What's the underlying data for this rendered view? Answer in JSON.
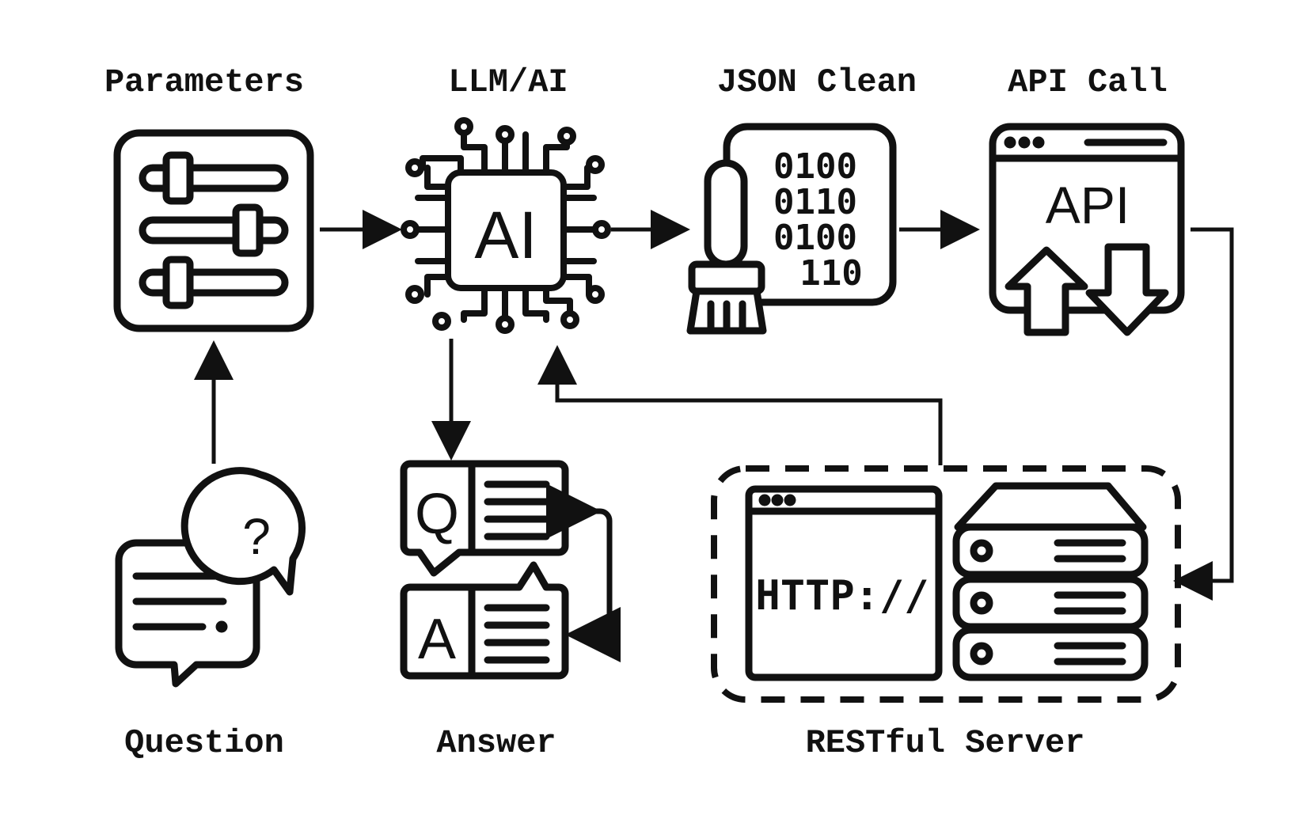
{
  "labels": {
    "parameters": "Parameters",
    "llm_ai": "LLM/AI",
    "json_clean": "JSON Clean",
    "api_call": "API Call",
    "question": "Question",
    "answer": "Answer",
    "restful_server": "RESTful Server"
  },
  "icons": {
    "chip_text": "AI",
    "binary_rows": [
      "0100",
      "0110",
      "0100",
      "110"
    ],
    "api_text": "API",
    "question_mark": "?",
    "q_letter": "Q",
    "a_letter": "A",
    "http_text": "HTTP://"
  },
  "colors": {
    "stroke": "#111111",
    "background": "#ffffff"
  }
}
